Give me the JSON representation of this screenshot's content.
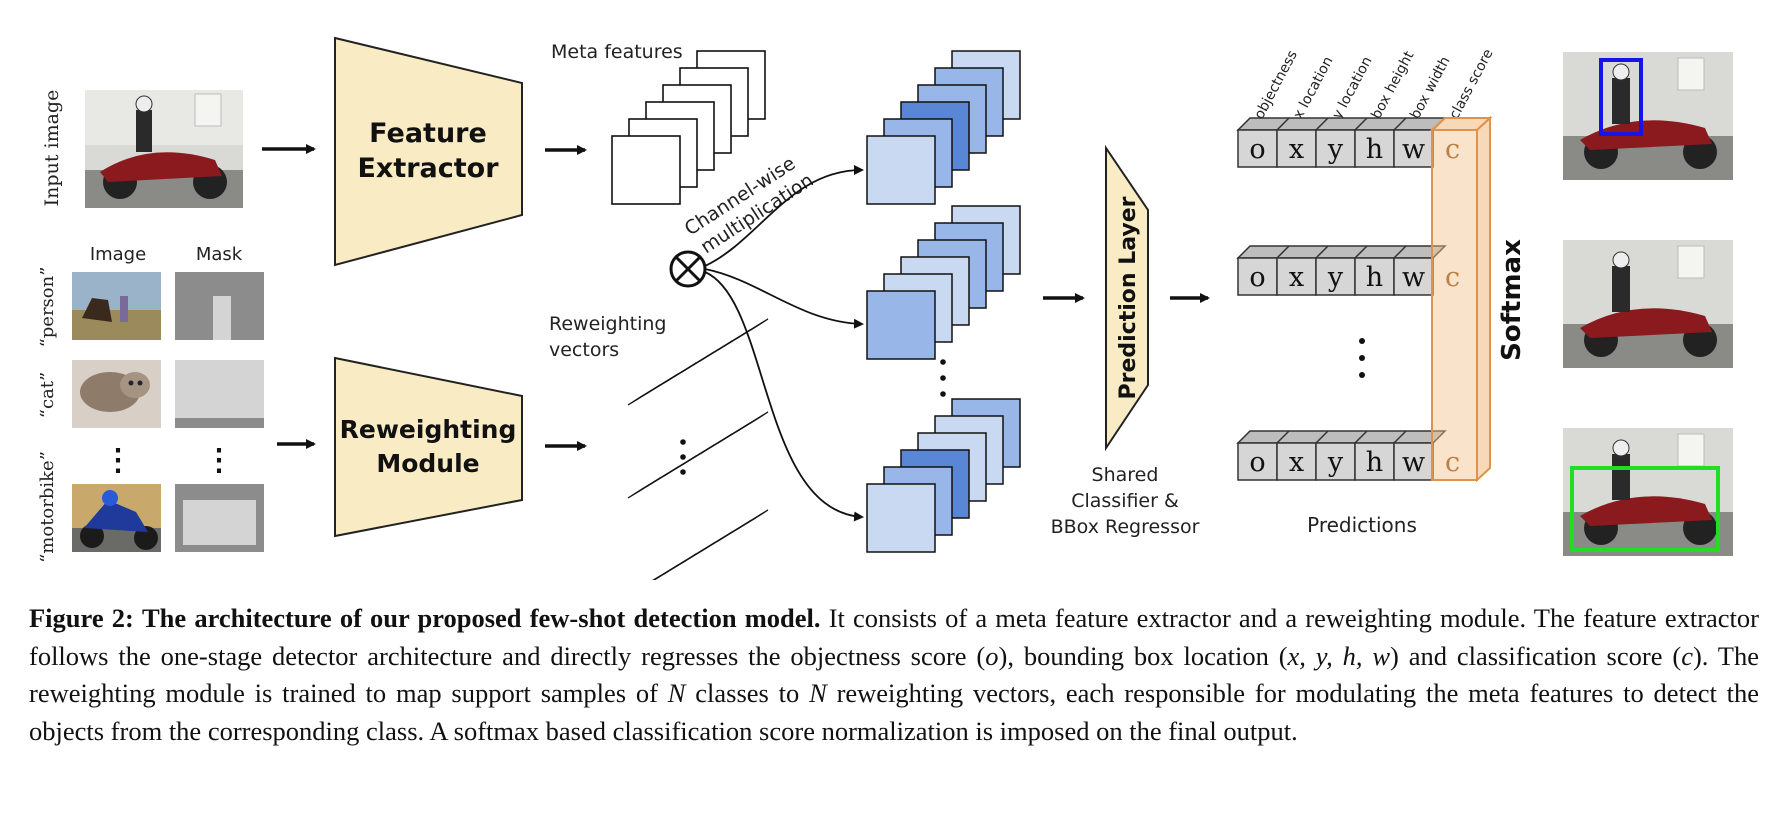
{
  "figure": {
    "labels": {
      "input_image": "Input image",
      "image_header": "Image",
      "mask_header": "Mask",
      "class_person": "“person”",
      "class_cat": "“cat”",
      "class_motorbike": "“motorbike”",
      "vertical_dots": "⋮",
      "feature_extractor_line1": "Feature",
      "feature_extractor_line2": "Extractor",
      "reweighting_module_line1": "Reweighting",
      "reweighting_module_line2": "Module",
      "meta_features": "Meta features",
      "reweighting_vectors_line1": "Reweighting",
      "reweighting_vectors_line2": "vectors",
      "channel_wise_line1": "Channel-wise",
      "channel_wise_line2": "multiplication",
      "prediction_layer": "Prediction Layer",
      "shared_line1": "Shared",
      "shared_line2": "Classifier &",
      "shared_line3": "BBox Regressor",
      "predictions": "Predictions",
      "softmax": "Softmax"
    },
    "pred_headers": [
      "objectness",
      "x location",
      "y location",
      "box height",
      "box width",
      "class score"
    ],
    "pred_cells": [
      "o",
      "x",
      "y",
      "h",
      "w",
      "c"
    ],
    "colors": {
      "module_fill": "#f9ecc4",
      "blue_light": "#c9d9f2",
      "blue_mid": "#98b6e8",
      "blue_dark": "#5a86d6",
      "cell_gray": "#d6d6d6",
      "class_score_fill": "#f2c089",
      "class_score_stroke": "#e0924a",
      "box_blue": "#1515e8",
      "box_green": "#22dd22"
    },
    "icons": [
      "multiply-circle-icon",
      "arrow-right-icon"
    ]
  },
  "caption": {
    "figure_label": "Figure 2:",
    "title": "The architecture of our proposed few-shot detection model.",
    "s1": "It consists of a meta feature extractor and a reweighting module. The feature extractor follows the one-stage detector architecture and directly regresses the objectness score (",
    "o": "o",
    "s2": "), bounding box location (",
    "xyhw": "x, y, h, w",
    "s3": ") and classification score (",
    "c": "c",
    "s4": "). The reweighting module is trained to map support samples of ",
    "N1": "N",
    "s5": " classes to ",
    "N2": "N",
    "s6": " reweighting vectors, each responsible for modulating the meta features to detect the objects from the corresponding class. A softmax based classification score normalization is imposed on the final output."
  }
}
